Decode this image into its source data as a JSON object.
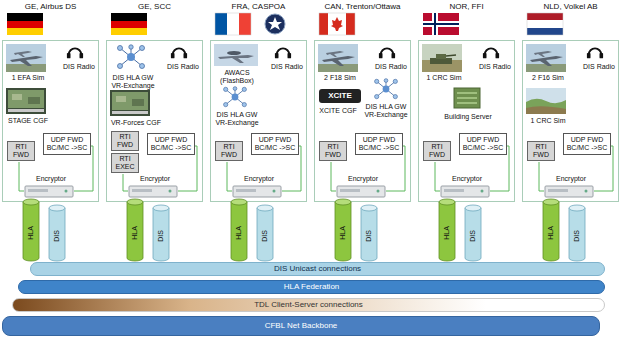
{
  "diagram": {
    "nodes": [
      {
        "text": [
          "GE, Airbus DS"
        ]
      },
      {
        "text": [
          "RTI FWD"
        ],
        "in": 0
      },
      {
        "text": [
          "UDP FWD BC/MC ->SC"
        ],
        "in": 0
      },
      {
        "text": [
          "HLA"
        ]
      },
      {
        "text": [
          "DIS"
        ]
      },
      {
        "text": [
          "GE, SCC"
        ]
      },
      {
        "text": [
          "RTI FWD"
        ],
        "in": 5
      },
      {
        "text": [
          "RTI EXEC"
        ],
        "in": 5
      },
      {
        "text": [
          "UDP FWD BC/MC ->SC"
        ],
        "in": 5
      },
      {
        "text": [
          "HLA"
        ]
      },
      {
        "text": [
          "DIS"
        ]
      },
      {
        "text": [
          "FRA, CASPOA"
        ]
      },
      {
        "text": [
          "RTI FWD"
        ],
        "in": 11
      },
      {
        "text": [
          "UDP FWD BC/MC ->SC"
        ],
        "in": 11
      },
      {
        "text": [
          "HLA"
        ]
      },
      {
        "text": [
          "DIS"
        ]
      },
      {
        "text": [
          "CAN, Trenton/Ottawa"
        ]
      },
      {
        "text": [
          "RTI FWD"
        ],
        "in": 16
      },
      {
        "text": [
          "UDP FWD BC/MC ->SC"
        ],
        "in": 16
      },
      {
        "text": [
          "HLA"
        ]
      },
      {
        "text": [
          "DIS"
        ]
      },
      {
        "text": [
          "NOR, FFI"
        ]
      },
      {
        "text": [
          "RTI FWD"
        ],
        "in": 21
      },
      {
        "text": [
          "UDP FWD BC/MC ->SC"
        ],
        "in": 21
      },
      {
        "text": [
          "HLA"
        ]
      },
      {
        "text": [
          "DIS"
        ]
      },
      {
        "text": [
          "NLD, Volkel AB"
        ]
      },
      {
        "text": [
          "RTI FWD"
        ],
        "in": 26
      },
      {
        "text": [
          "UDP FWD BC/MC ->SC"
        ],
        "in": 26
      },
      {
        "text": [
          "HLA"
        ]
      },
      {
        "text": [
          "DIS"
        ]
      },
      {
        "text": [
          "DIS Unicast connections"
        ]
      },
      {
        "text": [
          "HLA Federation"
        ]
      },
      {
        "text": [
          "TDL Client-Server connections"
        ]
      },
      {
        "text": [
          "CFBL Net Backbone"
        ]
      }
    ],
    "labels": [
      "1 EFA Sim",
      "DIS Radio",
      "STAGE CGF",
      "Encryptor",
      "DIS HLA GW VR-Exchange",
      "DIS Radio",
      "VR-Forces CGF",
      "Encryptor",
      "AWACS (FlashBox)",
      "DIS Radio",
      "DIS HLA GW VR-Exchange",
      "Encryptor",
      "2 F18 Sim",
      "DIS Radio",
      "XCITE",
      "XCITE CGF",
      "DIS HLA GW VR-Exchange",
      "Encryptor",
      "1 CRC Sim",
      "DIS Radio",
      "Building Server",
      "Encryptor",
      "2 F16 Sim",
      "DIS Radio",
      "1 CRC Sim",
      "Encryptor"
    ]
  }
}
